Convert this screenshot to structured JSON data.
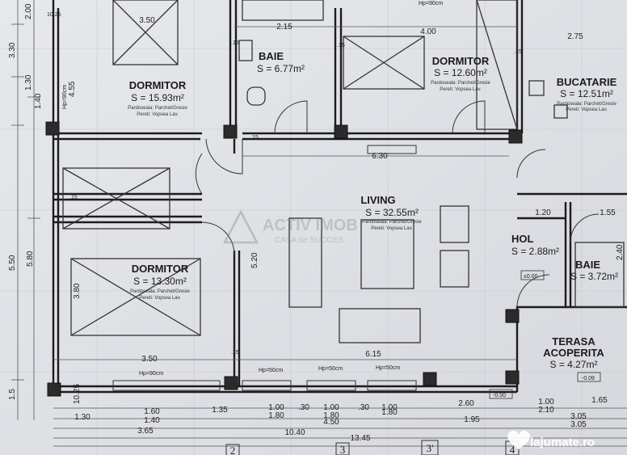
{
  "rooms": [
    {
      "name": "DORMITOR",
      "area": "S = 15.93m²",
      "floor": "Pardoseala: Parchet/Gresie",
      "walls": "Pereti: Vopsea Lav."
    },
    {
      "name": "BAIE",
      "area": "S = 6.77m²"
    },
    {
      "name": "DORMITOR",
      "area": "S = 12.60m²",
      "floor": "Pardoseala: Parchet/Gresie",
      "walls": "Pereti: Vopsea Lav."
    },
    {
      "name": "BUCATARIE",
      "area": "S = 12.51m²",
      "floor": "Pardoseala: Parchet/Gresie",
      "walls": "Pereti: Vopsea Lav."
    },
    {
      "name": "LIVING",
      "area": "S = 32.55m²",
      "floor": "Pardoseala: Parchet/Gresie",
      "walls": "Pereti: Vopsea Lav."
    },
    {
      "name": "DORMITOR",
      "area": "S = 13.30m²",
      "floor": "Pardoseala: Parchet/Gresie",
      "walls": "Pereti: Vopsea Lav."
    },
    {
      "name": "HOL",
      "area": "S = 2.88m²"
    },
    {
      "name": "BAIE",
      "area": "S = 3.72m²"
    },
    {
      "name": "TERASA",
      "name2": "ACOPERITA",
      "area": "S = 4.27m²"
    }
  ],
  "dims": {
    "top": [
      "3.50",
      "2.15",
      "4.00",
      "2.75",
      "6.30",
      "1.20",
      "1.55",
      "3.50",
      "6.15"
    ],
    "top_small": [
      "10.25",
      "Hp=90cm"
    ],
    "left": [
      "2.00",
      "3.30",
      "1.30",
      "1.40",
      "4.55",
      "5.50",
      "5.80",
      "3.80",
      "5.20",
      "2.40",
      "1.5",
      "10.25"
    ],
    "row1": [
      "1.35",
      "1.00",
      ".30",
      "1.00",
      ".30",
      "1.00",
      "2.60",
      "1.00",
      "1.65"
    ],
    "row2": [
      "1.30",
      "1.60",
      "1.80",
      "1.80",
      "1.80",
      "2.10"
    ],
    "row3": [
      "1.40",
      "4.50",
      "1.95",
      "3.05"
    ],
    "row4": [
      "3.65",
      "10.40",
      "3.05"
    ],
    "row5": [
      "13.45"
    ],
    "windows": [
      "Hp=90cm",
      "Hp=50cm",
      "Hp=50cm",
      "Hp=50cm",
      "Hp=90cm"
    ],
    "levels": [
      "±0.00",
      "-0.09",
      "-0.50"
    ],
    "thin": [
      ".15",
      ".15",
      ".15",
      ".15",
      ".15",
      ".15"
    ]
  },
  "axes": [
    "2",
    "3",
    "3'",
    "4"
  ],
  "watermark": {
    "line1": "ACTIV IMOB",
    "line2": "CASA de SUCCES"
  },
  "logo": "lajumate.ro"
}
